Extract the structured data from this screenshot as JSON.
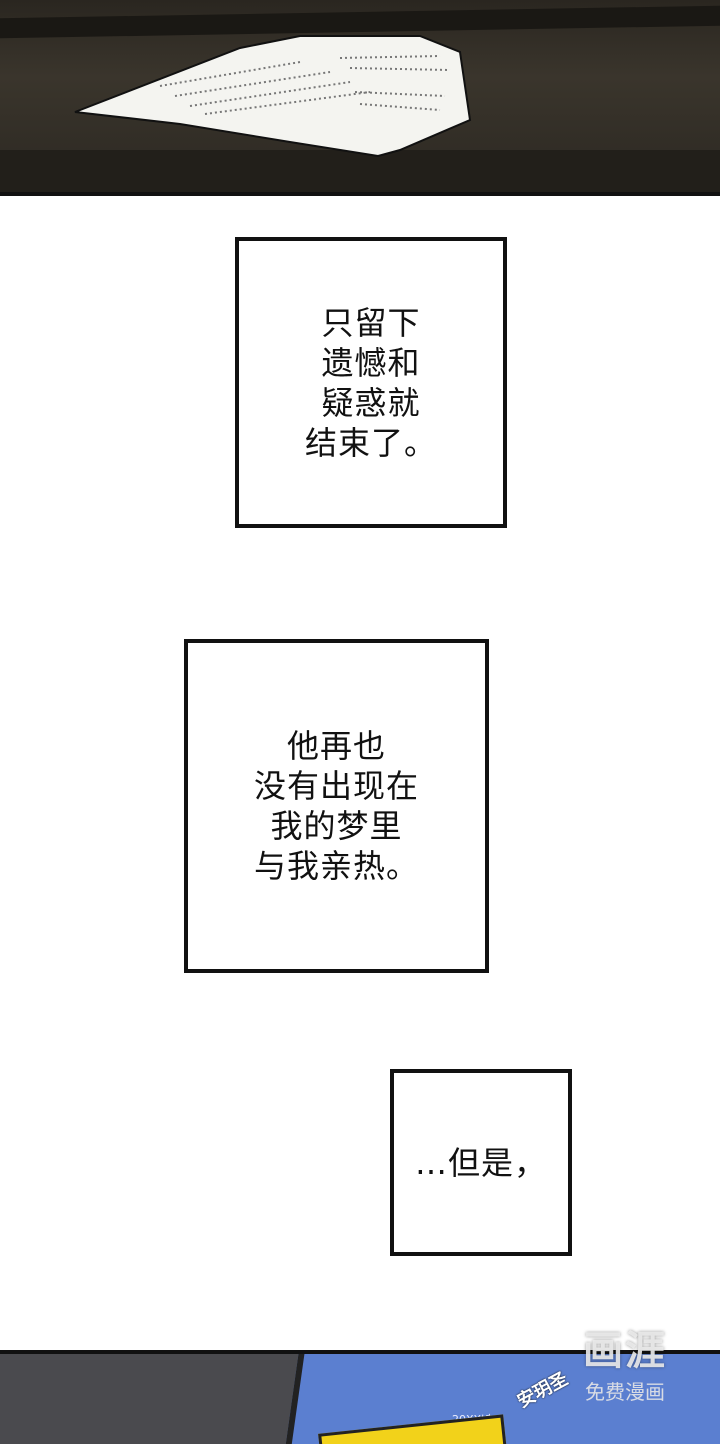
{
  "captions": {
    "first": "只留下\n遗憾和\n疑惑就\n结束了。",
    "second": "他再也\n没有出现在\n我的梦里\n与我亲热。",
    "third": "…但是，"
  },
  "phone_screen": {
    "contact_name": "安玥圣",
    "date_prefix": "20XX년"
  },
  "watermark": {
    "logo": "画涯",
    "subtitle": "免费漫画"
  }
}
